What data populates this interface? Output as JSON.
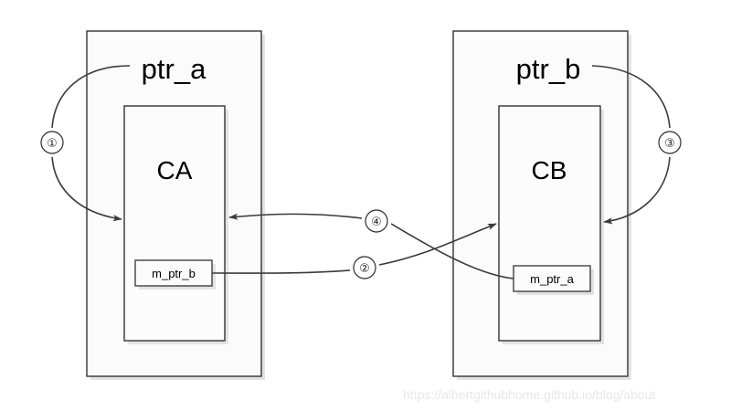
{
  "diagram": {
    "title": "shared_ptr circular reference diagram",
    "watermark": "https://albertgithubhome.github.io/blog/about",
    "colors": {
      "stroke": "#333333",
      "fill": "#fbfbfb",
      "shadow": "#e3e3e3",
      "arrow": "#3b3b3b",
      "text": "#000000",
      "watermark": "#e8e8e8"
    },
    "left_group": {
      "pointer_label": "ptr_a",
      "class_label": "CA",
      "member_label": "m_ptr_b"
    },
    "right_group": {
      "pointer_label": "ptr_b",
      "class_label": "CB",
      "member_label": "m_ptr_a"
    },
    "markers": [
      {
        "id": "marker-1",
        "label": "①",
        "meaning": "ptr_a points to CA"
      },
      {
        "id": "marker-2",
        "label": "②",
        "meaning": "CA::m_ptr_b points to CB"
      },
      {
        "id": "marker-3",
        "label": "③",
        "meaning": "ptr_b points to CB"
      },
      {
        "id": "marker-4",
        "label": "④",
        "meaning": "CB::m_ptr_a points to CA"
      }
    ]
  }
}
